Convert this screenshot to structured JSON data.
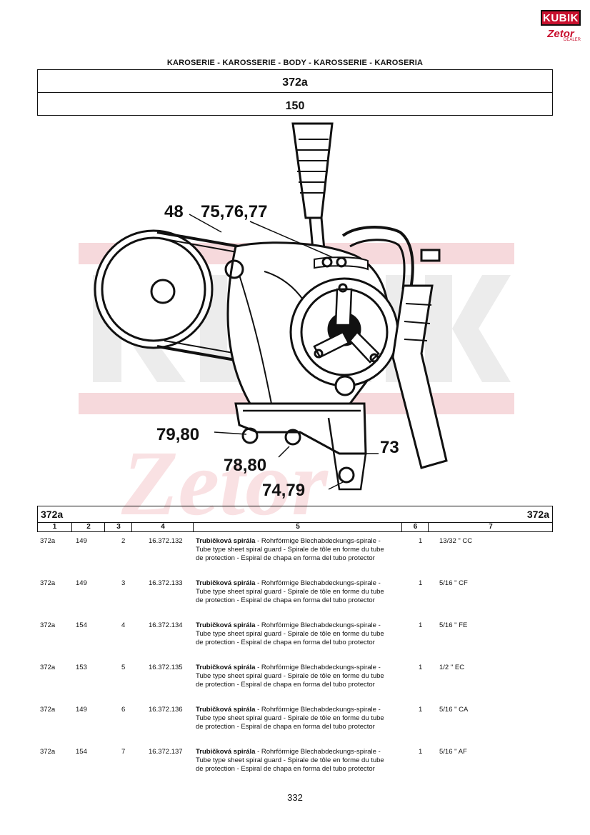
{
  "logo": {
    "brand": "KUBIK",
    "sub": "Zetor",
    "tag": "DEALER"
  },
  "section_title": "KAROSERIE - KAROSSERIE - BODY - KAROSSERIE - KAROSERIA",
  "group_code": "372a",
  "group_sub": "150",
  "callouts": {
    "c48": "48",
    "c75": "75,76,77",
    "c79": "79,80",
    "c78": "78,80",
    "c73": "73",
    "c74": "74,79"
  },
  "parts_table": {
    "group_left": "372a",
    "group_right": "372a",
    "columns": [
      "1",
      "2",
      "3",
      "4",
      "5",
      "6",
      "7"
    ],
    "rows": [
      {
        "c1": "372a",
        "c2": "149",
        "c3": "2",
        "c4": "16.372.132",
        "c5_bold": "Trubičková spirála",
        "c5_rest": " - Rohrförmige Blechabdeckungs-spirale - Tube type sheet spiral guard - Spirale de tôle en forme du tube de protection - Espiral de chapa en forma del tubo protector",
        "c6": "1",
        "c7": "13/32 \" CC"
      },
      {
        "c1": "372a",
        "c2": "149",
        "c3": "3",
        "c4": "16.372.133",
        "c5_bold": "Trubičková spirála",
        "c5_rest": " - Rohrförmige Blechabdeckungs-spirale - Tube type sheet spiral guard - Spirale de tôle en forme du tube de protection - Espiral de chapa en forma del tubo protector",
        "c6": "1",
        "c7": "5/16 \" CF"
      },
      {
        "c1": "372a",
        "c2": "154",
        "c3": "4",
        "c4": "16.372.134",
        "c5_bold": "Trubičková spirála",
        "c5_rest": " - Rohrförmige Blechabdeckungs-spirale - Tube type sheet spiral guard - Spirale de tôle en forme du tube de protection - Espiral de chapa en forma del tubo protector",
        "c6": "1",
        "c7": "5/16 \" FE"
      },
      {
        "c1": "372a",
        "c2": "153",
        "c3": "5",
        "c4": "16.372.135",
        "c5_bold": "Trubičková spirála",
        "c5_rest": " - Rohrförmige Blechabdeckungs-spirale - Tube type sheet spiral guard - Spirale de tôle en forme du tube de protection - Espiral de chapa en forma del tubo protector",
        "c6": "1",
        "c7": "1/2 \" EC"
      },
      {
        "c1": "372a",
        "c2": "149",
        "c3": "6",
        "c4": "16.372.136",
        "c5_bold": "Trubičková spirála",
        "c5_rest": " - Rohrförmige Blechabdeckungs-spirale - Tube type sheet spiral guard - Spirale de tôle en forme du tube de protection - Espiral de chapa en forma del tubo protector",
        "c6": "1",
        "c7": "5/16 \" CA"
      },
      {
        "c1": "372a",
        "c2": "154",
        "c3": "7",
        "c4": "16.372.137",
        "c5_bold": "Trubičková spirála",
        "c5_rest": " - Rohrförmige Blechabdeckungs-spirale - Tube type sheet spiral guard - Spirale de tôle en forme du tube de protection - Espiral de chapa en forma del tubo protector",
        "c6": "1",
        "c7": "5/16 \" AF"
      }
    ]
  },
  "page_number": "332",
  "colors": {
    "accent": "#c8102e",
    "ink": "#111111"
  }
}
